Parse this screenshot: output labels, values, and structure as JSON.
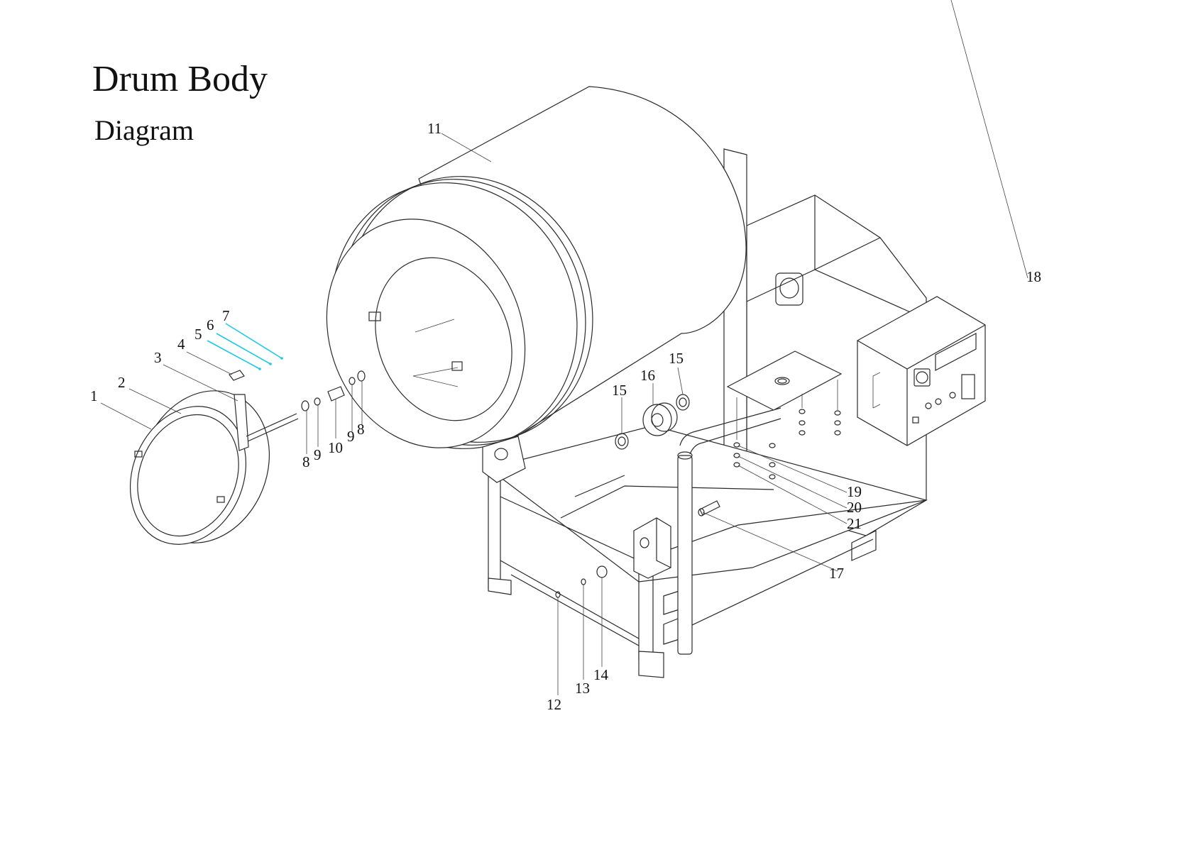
{
  "title": "Drum Body",
  "subtitle": "Diagram",
  "callouts": [
    "1",
    "2",
    "3",
    "4",
    "5",
    "6",
    "7",
    "8",
    "9",
    "10",
    "9",
    "8",
    "11",
    "12",
    "13",
    "14",
    "15",
    "16",
    "15",
    "17",
    "18",
    "19",
    "20",
    "21"
  ]
}
